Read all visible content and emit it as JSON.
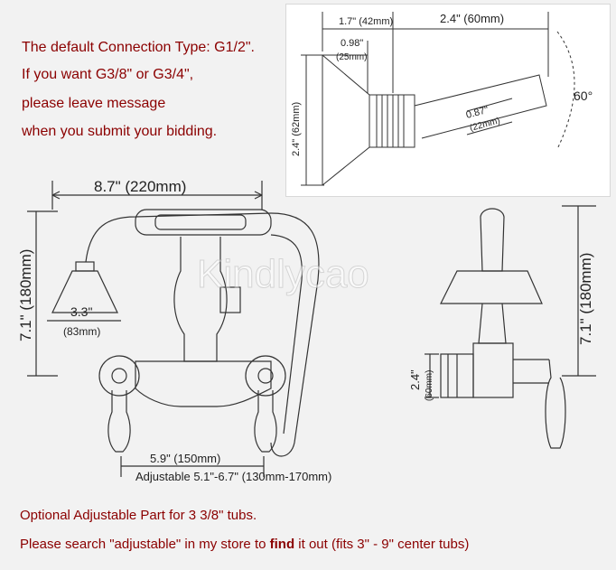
{
  "notes": [
    "The default Connection Type: G1/2\".",
    "If you want G3/8\" or G3/4\",",
    "please leave message",
    "when you submit your bidding."
  ],
  "inset": {
    "dim_top": "1.7\" (42mm)",
    "dim_top_right": "2.4\" (60mm)",
    "dim_inner": "0.98\"",
    "dim_inner_mm": "(25mm)",
    "dim_left": "2.4\" (62mm)",
    "dim_small": "0.87\"",
    "dim_small_mm": "(22mm)",
    "angle": "60°"
  },
  "front": {
    "width": "8.7\" (220mm)",
    "height": "7.1\" (180mm)",
    "head": "3.3\"",
    "head_mm": "(83mm)",
    "center": "5.9\" (150mm)",
    "adjustable": "Adjustable 5.1\"-6.7\" (130mm-170mm)"
  },
  "side": {
    "height": "7.1\" (180mm)",
    "depth": "2.4\"",
    "depth_mm": "(60mm)"
  },
  "watermark": "Kindlycao",
  "footer": {
    "line1": "Optional Adjustable Part for 3 3/8\" tubs.",
    "line2a": "Please search \"adjustable\" in my store to ",
    "line2b": "find",
    "line2c": " it out (fits 3\" - 9\" center tubs)"
  },
  "colors": {
    "note": "#8b0000",
    "line": "#333333"
  }
}
